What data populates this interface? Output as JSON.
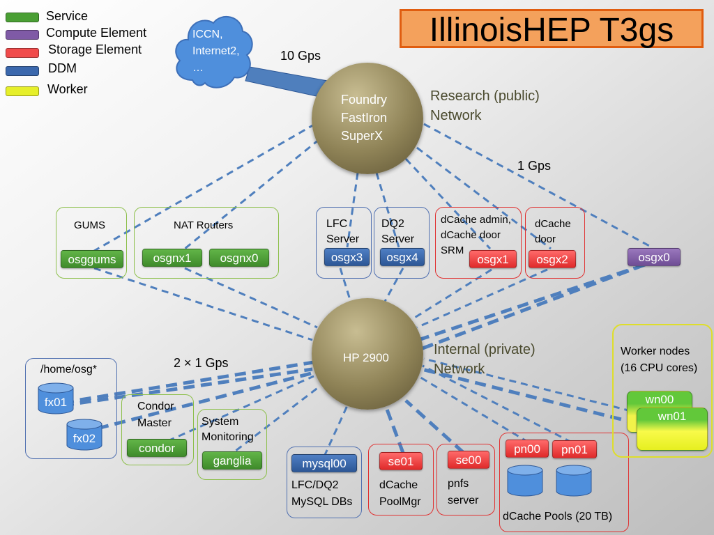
{
  "title": "IllinoisHEP T3gs",
  "legend": [
    {
      "label": "Service",
      "color": "#4a9f34"
    },
    {
      "label": "Compute Element",
      "color": "#7f5aa6"
    },
    {
      "label": "Storage Element",
      "color": "#f04b4b"
    },
    {
      "label": "DDM",
      "color": "#3b68ad"
    },
    {
      "label": "Worker",
      "color": "#e6ef2a"
    }
  ],
  "cloud": {
    "label": "ICCN,\nInternet2,\n…"
  },
  "uplink_label": "10 Gps",
  "core_router": {
    "label": "Foundry\nFastIron\nSuperX"
  },
  "internal_switch": {
    "label": "HP 2900"
  },
  "research_network_label": "Research (public)\nNetwork",
  "internal_network_label": "Internal (private)\nNetwork",
  "public_link_label": "1 Gps",
  "fileserver_link_label": "2 × 1 Gps",
  "groups": {
    "gums": "GUMS",
    "nat": "NAT Routers",
    "lfc": "LFC\nServer",
    "dq2": "DQ2\nServer",
    "dcache_admin": "dCache admin,\ndCache door\nSRM",
    "dcache_door": "dCache\ndoor",
    "home": "/home/osg*",
    "condor": "Condor\nMaster",
    "monitoring": "System\nMonitoring",
    "mysql": "LFC/DQ2\nMySQL DBs",
    "se01": "dCache\nPoolMgr",
    "se00": "pnfs\nserver",
    "pools": "dCache Pools (20 TB)",
    "workers": "Worker nodes\n(16 CPU cores)"
  },
  "nodes": {
    "osggums": "osggums",
    "osgnx1": "osgnx1",
    "osgnx0": "osgnx0",
    "osgx3": "osgx3",
    "osgx4": "osgx4",
    "osgx1": "osgx1",
    "osgx2": "osgx2",
    "osgx0": "osgx0",
    "fx01": "fx01",
    "fx02": "fx02",
    "condor": "condor",
    "ganglia": "ganglia",
    "mysql00": "mysql00",
    "se01": "se01",
    "se00": "se00",
    "pn00": "pn00",
    "pn01": "pn01",
    "wn00": "wn00",
    "wn01": "wn01"
  }
}
